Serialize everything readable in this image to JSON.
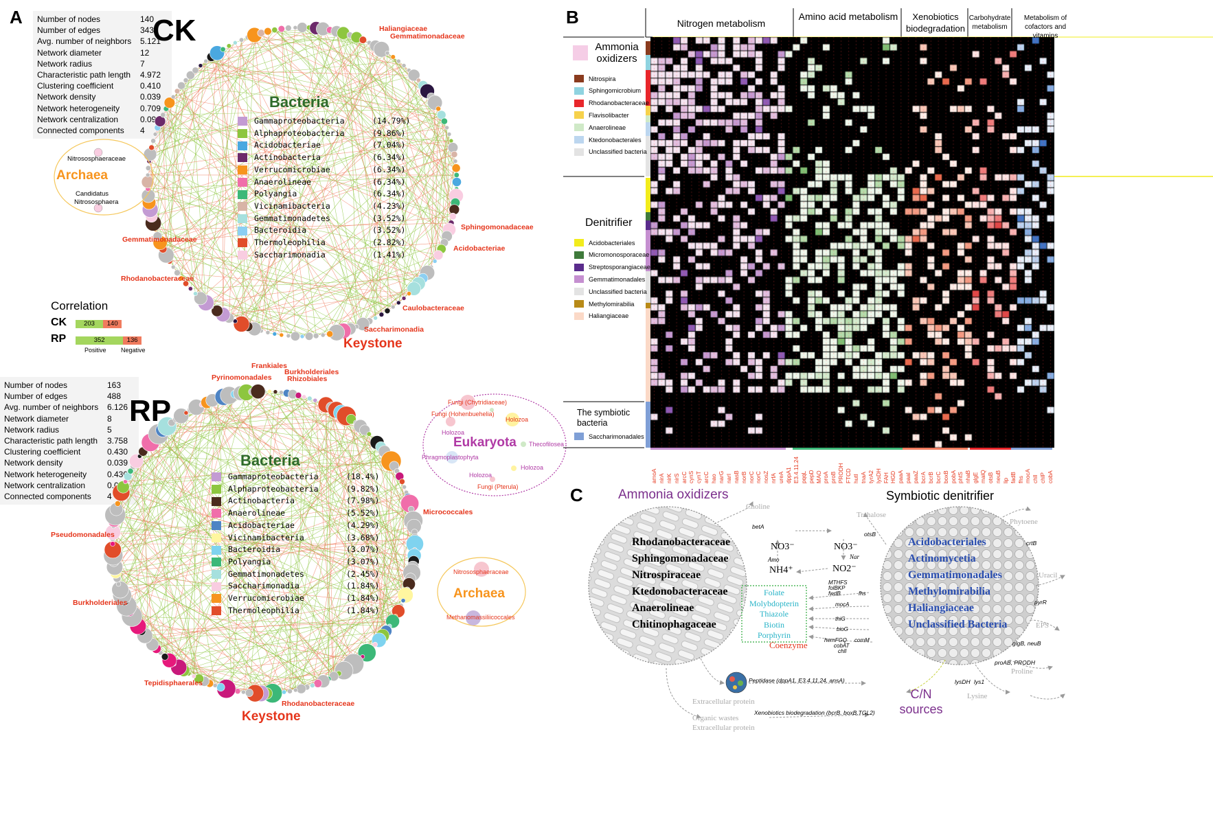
{
  "panelA": {
    "letter": "A",
    "ck": {
      "title": "CK",
      "stats": [
        [
          "Number of nodes",
          "140"
        ],
        [
          "Number of edges",
          "343"
        ],
        [
          "Avg. number of neighbors",
          "5.121"
        ],
        [
          "Network diameter",
          "12"
        ],
        [
          "Network radius",
          "7"
        ],
        [
          "Characteristic path length",
          "4.972"
        ],
        [
          "Clustering coefficient",
          "0.410"
        ],
        [
          "Network density",
          "0.039"
        ],
        [
          "Network heterogeneity",
          "0.709"
        ],
        [
          "Network centralization",
          "0.092"
        ],
        [
          "Connected components",
          "4"
        ]
      ],
      "bacteria_title": "Bacteria",
      "legend": [
        {
          "name": "Gammaproteobacteria",
          "pct": "(14.79%)",
          "color": "#c39bd3"
        },
        {
          "name": "Alphaproteobacteria",
          "pct": "(9.86%)",
          "color": "#8dc63f"
        },
        {
          "name": "Acidobacteriae",
          "pct": "(7.04%)",
          "color": "#4aa8e0"
        },
        {
          "name": "Actinobacteria",
          "pct": "(6.34%)",
          "color": "#6c2a6a"
        },
        {
          "name": "Verrucomicrobiae",
          "pct": "(6.34%)",
          "color": "#f7941d"
        },
        {
          "name": "Anaerolineae",
          "pct": "(6.34%)",
          "color": "#f06eaa"
        },
        {
          "name": "Polyangia",
          "pct": "(6.34%)",
          "color": "#3cb878"
        },
        {
          "name": "Vicinamibacteria",
          "pct": "(4.23%)",
          "color": "#d8b4a6"
        },
        {
          "name": "Gemmatimonadetes",
          "pct": "(3.52%)",
          "color": "#a6e0de"
        },
        {
          "name": "Bacteroidia",
          "pct": "(3.52%)",
          "color": "#8ccff2"
        },
        {
          "name": "Thermoleophilia",
          "pct": "(2.82%)",
          "color": "#e14d2a"
        },
        {
          "name": "Saccharimonadia",
          "pct": "(1.41%)",
          "color": "#f9cde1"
        }
      ],
      "archaea_title": "Archaea",
      "archaea_nodes": [
        "Nitrososphaeraceae",
        "Candidatus",
        "Nitrososphaera"
      ],
      "labels": [
        "Haliangiaceae",
        "Gemmatimonadaceae",
        "Sphingomonadaceae",
        "Acidobacteriae",
        "Caulobacteraceae",
        "Saccharimonadia",
        "Gemmatimonadaceae",
        "Rhodanobacteraceae"
      ],
      "keystone": "Keystone"
    },
    "correlation": {
      "title": "Correlation",
      "rows": [
        {
          "name": "CK",
          "pos": 203,
          "neg": 140
        },
        {
          "name": "RP",
          "pos": 352,
          "neg": 136
        }
      ],
      "pos_label": "Positive",
      "neg_label": "Negative",
      "pos_color": "#a4d65e",
      "neg_color": "#f07b5e"
    },
    "rp": {
      "title": "RP",
      "stats": [
        [
          "Number of nodes",
          "163"
        ],
        [
          "Number of edges",
          "488"
        ],
        [
          "Avg. number of neighbors",
          "6.126"
        ],
        [
          "Network diameter",
          "8"
        ],
        [
          "Network radius",
          "5"
        ],
        [
          "Characteristic path length",
          "3.758"
        ],
        [
          "Clustering coefficient",
          "0.430"
        ],
        [
          "Network density",
          "0.039"
        ],
        [
          "Network heterogeneity",
          "0.430"
        ],
        [
          "Network centralization",
          "0.050"
        ],
        [
          "Connected components",
          "4"
        ]
      ],
      "bacteria_title": "Bacteria",
      "legend": [
        {
          "name": "Gammaproteobacteria",
          "pct": "(18.4%)",
          "color": "#c39bd3"
        },
        {
          "name": "Alphaproteobacteria",
          "pct": "(9.82%)",
          "color": "#8dc63f"
        },
        {
          "name": "Actinobacteria",
          "pct": "(7.98%)",
          "color": "#4a2b1e"
        },
        {
          "name": "Anaerolineae",
          "pct": "(5.52%)",
          "color": "#f06eaa"
        },
        {
          "name": "Acidobacteriae",
          "pct": "(4.29%)",
          "color": "#4e84c4"
        },
        {
          "name": "Vicinamibacteria",
          "pct": "(3.68%)",
          "color": "#fff6a0"
        },
        {
          "name": "Bacteroidia",
          "pct": "(3.07%)",
          "color": "#7fd3ef"
        },
        {
          "name": "Polyangia",
          "pct": "(3.07%)",
          "color": "#3cb878"
        },
        {
          "name": "Gemmatimonadetes",
          "pct": "(2.45%)",
          "color": "#a6e0de"
        },
        {
          "name": "Saccharimonadia",
          "pct": "(1.84%)",
          "color": "#f9cde1"
        },
        {
          "name": "Verrucomicrobiae",
          "pct": "(1.84%)",
          "color": "#f7941d"
        },
        {
          "name": "Thermoleophilia",
          "pct": "(1.84%)",
          "color": "#e14d2a"
        }
      ],
      "eukaryota_title": "Eukaryota",
      "eukaryota_nodes": [
        "Fungi (Chytridiaceae)",
        "Fungi (Hohenbuehelia)",
        "Holozoa",
        "Holozoa",
        "Thecofilosea",
        "Phragmoplastophyta",
        "Holozoa",
        "Holozoa",
        "Fungi (Pterula)"
      ],
      "archaea_title": "Archaea",
      "archaea_nodes": [
        "Nitrososphaeraceae",
        "Methanomassiliicoccales"
      ],
      "labels": [
        "Frankiales",
        "Burkholderiales",
        "Pyrinomonadales",
        "Rhizobiales",
        "Micrococcales",
        "Pseudomonadales",
        "Burkholderiales",
        "Tepidisphaerales",
        "Rhodanobacteraceae"
      ],
      "keystone": "Keystone"
    }
  },
  "panelB": {
    "letter": "B",
    "categories": [
      "Nitrogen metabolism",
      "Amino acid metabolism",
      "Xenobiotics biodegradation",
      "Carbohydrate metabolism",
      "Metabolism of cofactors and vitamins"
    ],
    "groups": [
      {
        "title": "Ammonia oxidizers",
        "swatch": "#f5cde6",
        "taxa": [
          {
            "name": "Nitrospira",
            "color": "#8a3b1e"
          },
          {
            "name": "Sphingomicrobium",
            "color": "#8fd3e0"
          },
          {
            "name": "Rhodanobacteraceae",
            "color": "#e8262b"
          },
          {
            "name": "Flavisolibacter",
            "color": "#f6d14b"
          },
          {
            "name": "Anaerolineae",
            "color": "#cfe9c7"
          },
          {
            "name": "Ktedonobacterales",
            "color": "#bcd6ef"
          },
          {
            "name": "Unclassified bacteria",
            "color": "#e3e3e3"
          }
        ]
      },
      {
        "title": "Denitrifier",
        "swatch": "",
        "taxa": [
          {
            "name": "Acidobacteriales",
            "color": "#f2ec1c"
          },
          {
            "name": "Micromonosporaceae",
            "color": "#3f7a3b"
          },
          {
            "name": "Streptosporangiaceae",
            "color": "#5a2c8c"
          },
          {
            "name": "Gemmatimonadales",
            "color": "#c58fd0"
          },
          {
            "name": "Unclassified bacteria",
            "color": "#e3e3e3"
          },
          {
            "name": "Methylomirabilia",
            "color": "#b88a17"
          },
          {
            "name": "Haliangiaceae",
            "color": "#fbd9c7"
          }
        ]
      },
      {
        "title": "The symbiotic bacteria",
        "swatch": "",
        "taxa": [
          {
            "name": "Saccharimonadales",
            "color": "#7f9fd6"
          }
        ]
      }
    ],
    "genes": [
      "amoA",
      "nirA",
      "nirK",
      "nirS",
      "arcC",
      "cynS",
      "cynT",
      "arcC",
      "hao",
      "narG",
      "narI",
      "nasB",
      "norB",
      "norC",
      "norC",
      "nosZ",
      "nrfA",
      "ureA",
      "dppA1",
      "E3.4.11.24",
      "pqqL",
      "pepD",
      "MAO",
      "proA",
      "proB",
      "PRODH",
      "FTCD",
      "hutI",
      "tnaA",
      "tyrA2",
      "lysDH",
      "FAH",
      "HGD",
      "paaA",
      "paaI",
      "paaZ",
      "bcrA",
      "bcrB",
      "bcrC",
      "boxB",
      "pobA",
      "phtS",
      "nhaB",
      "glgE",
      "malQ",
      "otsB",
      "neuB",
      "lip",
      "fadB",
      "fhs",
      "mocA",
      "chlI",
      "chlP",
      "cobA"
    ]
  },
  "panelC": {
    "letter": "C",
    "left_title": "Ammonia oxidizers",
    "right_title": "Symbiotic denitrifier",
    "left_families": [
      "Rhodanobacteraceae",
      "Sphingomonadaceae",
      "Nitrospiraceae",
      "Ktedonobacteraceae",
      "Anaerolineae",
      "Chitinophagaceae"
    ],
    "right_families": [
      "Acidobacteriales",
      "Actinomycetia",
      "Gemmatimonadales",
      "Methylomirabilia",
      "Haliangiaceae",
      "Unclassified Bacteria"
    ],
    "coenzymes": [
      "Folate",
      "Molybdopterin",
      "Thiazole",
      "Biotin",
      "Porphyrin"
    ],
    "coenzyme_label": "Coenzyme",
    "cn_label": "C/N sources",
    "n_species": {
      "no3_left": "NO3⁻",
      "no3_right": "NO3⁻",
      "nh4": "NH4⁺",
      "no2": "NO2⁻",
      "amo": "Amo",
      "nar": "Nar"
    },
    "pathway_genes": [
      "MTHFS",
      "folBKP",
      "fwdB",
      "fhs",
      "mocA",
      "thiG",
      "bioG",
      "hemFGQ",
      "comM",
      "cobAT",
      "chlI"
    ],
    "products_left": [
      "Choline",
      "betA"
    ],
    "products_right": [
      "Trehalose",
      "otsB",
      "Phytoene",
      "crtB",
      "Uracil",
      "pyrR",
      "EPS",
      "glgB, neuB",
      "proAB, PRODH",
      "Proline",
      "lysDH",
      "lys1",
      "Lysine"
    ],
    "bottom": {
      "extracellular_protein": "Extracellular protein",
      "peptidase": "Peptidase (dppA1, E3.4.11.24, ansA)",
      "organic_wastes": "Organic wastes",
      "extracellular_protein2": "Extracellular protein",
      "xeno": "Xenobiotics biodegradation (bcrB, boxB,TGL2)"
    }
  }
}
